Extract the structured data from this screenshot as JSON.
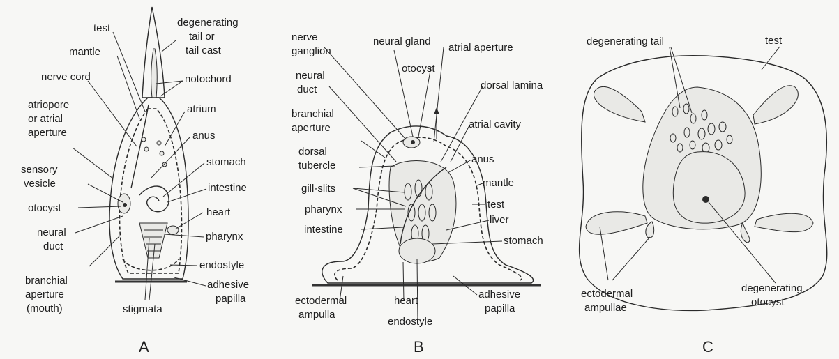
{
  "panels": {
    "A": {
      "letter": "A",
      "labels": {
        "test": "test",
        "degenerating_tail_l1": "degenerating",
        "degenerating_tail_l2": "tail or",
        "degenerating_tail_l3": "tail cast",
        "mantle": "mantle",
        "notochord": "notochord",
        "nerve_cord": "nerve cord",
        "atrium": "atrium",
        "atriopore_l1": "atriopore",
        "atriopore_l2": "or atrial",
        "atriopore_l3": "aperture",
        "anus": "anus",
        "stomach": "stomach",
        "sensory_l1": "sensory",
        "sensory_l2": "vesicle",
        "intestine": "intestine",
        "otocyst": "otocyst",
        "heart": "heart",
        "neural_duct_l1": "neural",
        "neural_duct_l2": "duct",
        "pharynx": "pharynx",
        "endostyle": "endostyle",
        "branchial_l1": "branchial",
        "branchial_l2": "aperture",
        "branchial_l3": "(mouth)",
        "adhesive_l1": "adhesive",
        "adhesive_l2": "papilla",
        "stigmata": "stigmata"
      }
    },
    "B": {
      "letter": "B",
      "labels": {
        "nerve_ganglion_l1": "nerve",
        "nerve_ganglion_l2": "ganglion",
        "neural_gland": "neural gland",
        "atrial_aperture": "atrial aperture",
        "otocyst": "otocyst",
        "neural_duct_l1": "neural",
        "neural_duct_l2": "duct",
        "dorsal_lamina": "dorsal lamina",
        "branchial_l1": "branchial",
        "branchial_l2": "aperture",
        "atrial_cavity": "atrial cavity",
        "dorsal_tubercle_l1": "dorsal",
        "dorsal_tubercle_l2": "tubercle",
        "anus": "anus",
        "mantle": "mantle",
        "gill_slits": "gill-slits",
        "test": "test",
        "pharynx": "pharynx",
        "liver": "liver",
        "intestine": "intestine",
        "stomach": "stomach",
        "ectodermal_l1": "ectodermal",
        "ectodermal_l2": "ampulla",
        "heart": "heart",
        "endostyle": "endostyle",
        "adhesive_l1": "adhesive",
        "adhesive_l2": "papilla"
      }
    },
    "C": {
      "letter": "C",
      "labels": {
        "degenerating_tail": "degenerating tail",
        "test": "test",
        "ectodermal_l1": "ectodermal",
        "ectodermal_l2": "ampullae",
        "degenerating_otocyst_l1": "degenerating",
        "degenerating_otocyst_l2": "otocyst"
      }
    }
  }
}
